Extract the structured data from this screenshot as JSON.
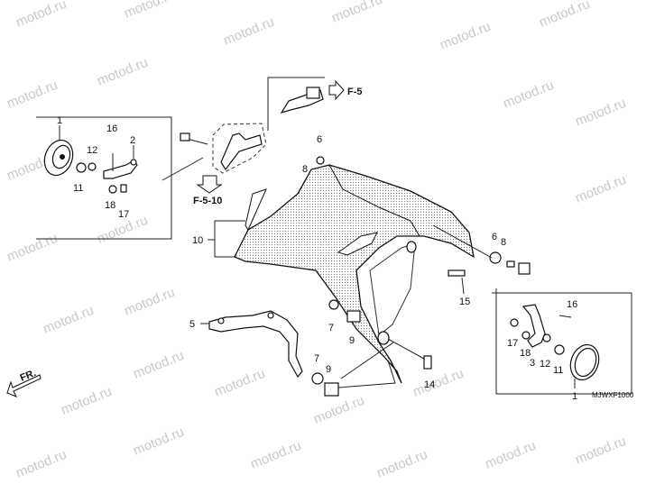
{
  "watermark": "motod.ru",
  "diagram_code": "MJWXF1000",
  "direction_label": "FR.",
  "refs": {
    "f5": "F-5",
    "f510": "F-5-10"
  },
  "callouts": {
    "n1": "1",
    "n2": "2",
    "n3": "3",
    "n5": "5",
    "n6": "6",
    "n7": "7",
    "n8": "8",
    "n9": "9",
    "n10": "10",
    "n11": "11",
    "n12": "12",
    "n14": "14",
    "n15": "15",
    "n16": "16",
    "n17": "17",
    "n18": "18"
  }
}
